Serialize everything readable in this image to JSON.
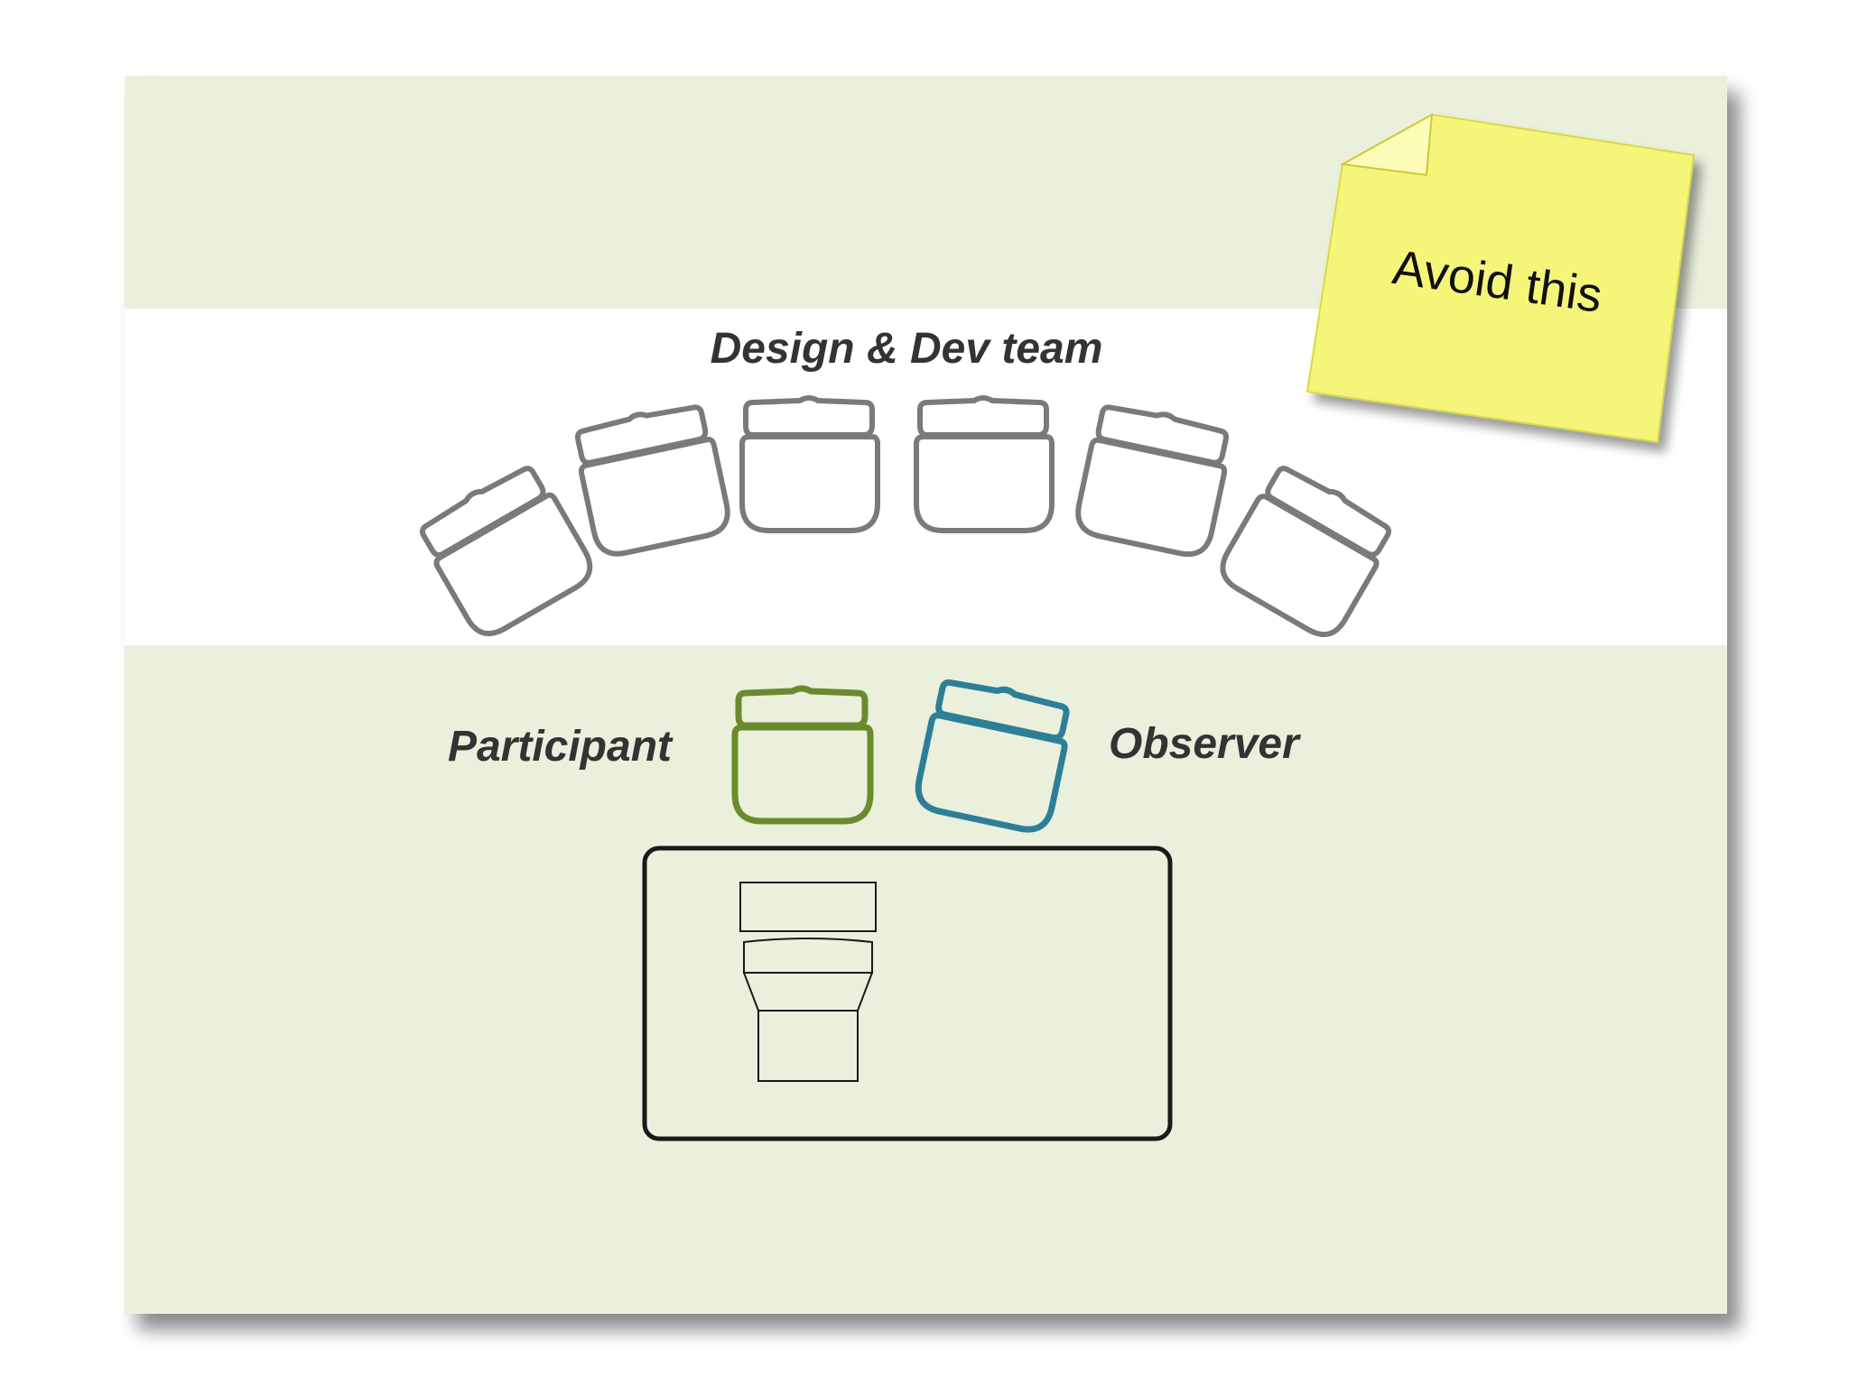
{
  "labels": {
    "team": "Design & Dev team",
    "participant": "Participant",
    "observer": "Observer"
  },
  "note": {
    "text": "Avoid this"
  },
  "colors": {
    "background": "#eaf0dc",
    "band": "#ffffff",
    "team_chair": "#7a7a7a",
    "participant_chair": "#6b8a2e",
    "observer_chair": "#2d7f97",
    "note_fill": "#f5f57a",
    "note_edge": "#d9d94a",
    "table_stroke": "#1a1a1a"
  }
}
